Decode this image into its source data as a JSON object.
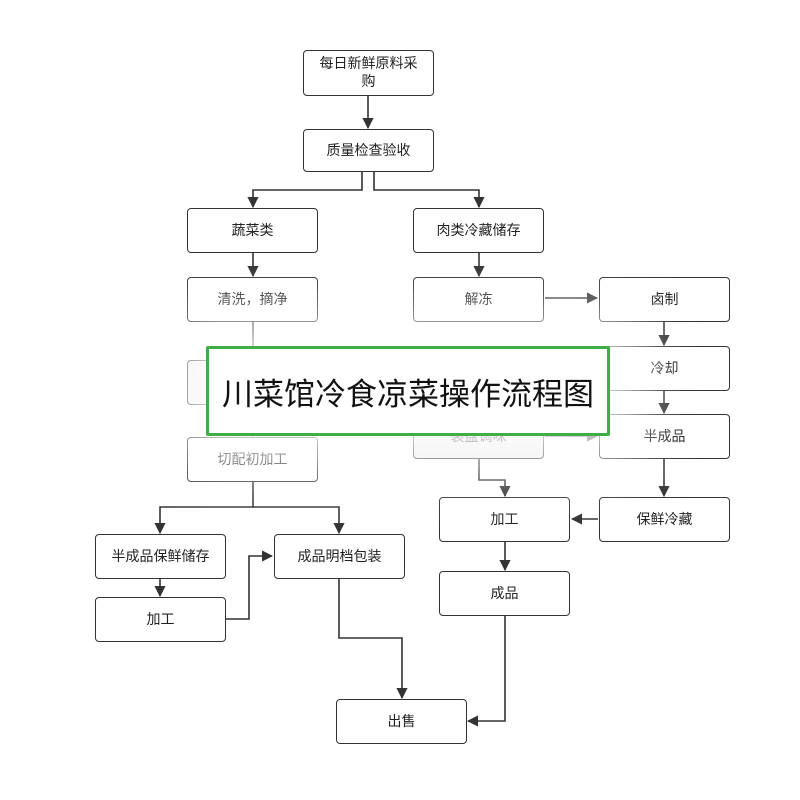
{
  "title": "川菜馆冷食凉菜操作流程图",
  "nodes": {
    "purchase": "每日新鲜原料采购",
    "quality_check": "质量检查验收",
    "vegetables": "蔬菜类",
    "meat_storage": "肉类冷藏储存",
    "wash": "清洗，摘净",
    "thaw": "解冻",
    "braise": "卤制",
    "cool": "冷却",
    "hidden_left": "",
    "hidden_right": "",
    "plate_season": "装盘调味",
    "semi_product_right": "半成品",
    "cut_prep": "切配初加工",
    "process_right": "加工",
    "fresh_storage": "保鲜冷藏",
    "semi_storage": "半成品保鲜储存",
    "finished_pack": "成品明档包装",
    "process_left": "加工",
    "finished_right": "成品",
    "sale": "出售"
  },
  "colors": {
    "stroke": "#333333",
    "banner_border": "#3fae49"
  }
}
